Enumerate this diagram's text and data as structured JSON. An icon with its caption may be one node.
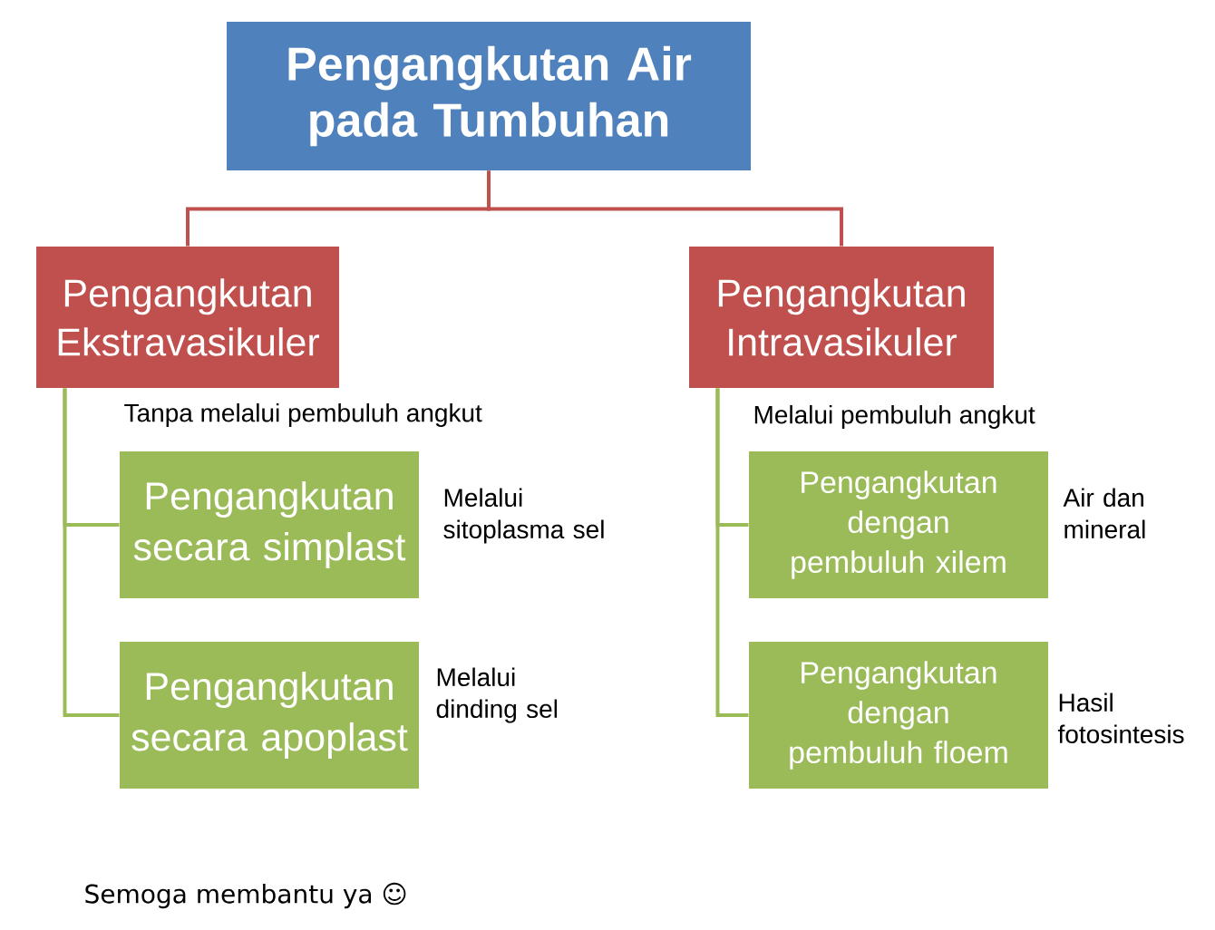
{
  "diagram": {
    "nodes": [
      {
        "text": [
          "Pengangkutan Air pada Tumbuhan"
        ]
      },
      {
        "text": [
          "Pengangkutan Ekstravasikuler"
        ],
        "beside": [
          "Tanpa melalui pembuluh angkut"
        ]
      },
      {
        "text": [
          "Pengangkutan Intravasikuler"
        ],
        "beside": [
          "Melalui pembuluh angkut"
        ]
      },
      {
        "text": [
          "Pengangkutan secara simplast"
        ],
        "beside": [
          "Melalui sitoplasma sel"
        ]
      },
      {
        "text": [
          "Pengangkutan secara apoplast"
        ],
        "beside": [
          "Melalui dinding sel"
        ]
      },
      {
        "text": [
          "Pengangkutan dengan pembuluh xilem"
        ],
        "beside": [
          "Air dan mineral"
        ]
      },
      {
        "text": [
          "Pengangkutan dengan pembuluh floem"
        ],
        "beside": [
          "Hasil fotosintesis"
        ]
      }
    ],
    "edges": [
      {
        "from": 0,
        "to": 1,
        "arrow": "none",
        "color": "#c0504d"
      },
      {
        "from": 0,
        "to": 2,
        "arrow": "none",
        "color": "#c0504d"
      },
      {
        "from": 1,
        "to": 3,
        "arrow": "none"
      },
      {
        "from": 1,
        "to": 4,
        "arrow": "none"
      },
      {
        "from": 2,
        "to": 5,
        "arrow": "none"
      },
      {
        "from": 2,
        "to": 6,
        "arrow": "none"
      }
    ],
    "labels": [
      "Semoga membantu ya ☺"
    ]
  }
}
